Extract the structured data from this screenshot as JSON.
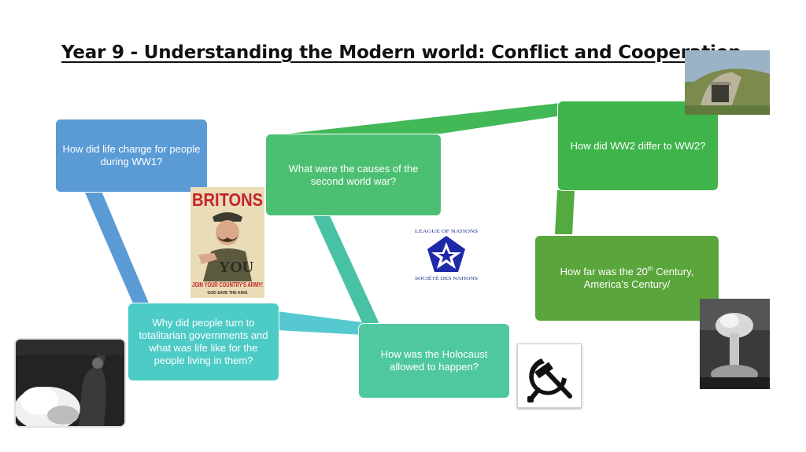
{
  "title": "Year 9 - Understanding the Modern world: Conflict and Cooperation",
  "boxes": {
    "ww1": "How did life change for people during WW1?",
    "totalitarian": "Why did people turn to totalitarian governments and what was life like  for the people living in them?",
    "causes_ww2": "What were the causes of the second world war?",
    "holocaust": "How was the Holocaust allowed to happen?",
    "ww2_differ": "How did WW2 differ to WW2?",
    "america_pre": "How far was the 20",
    "america_sup": "th",
    "america_post": " Century, America’s Century/"
  },
  "images": {
    "poster": {
      "headline": "BRITONS",
      "you": "YOU",
      "slogan": "JOIN YOUR COUNTRY'S ARMY!",
      "footer": "GOD SAVE THE KING"
    },
    "league": {
      "top": "LEAGUE OF NATIONS",
      "bottom": "SOCIÉTÉ DES NATIONS"
    }
  },
  "colors": {
    "blue": "#5b9bd5",
    "teal": "#4dcbc6",
    "green_mid": "#4cc072",
    "green_teal": "#4fc7a1",
    "green_bright": "#3fb44a",
    "green_olive": "#5aa53c"
  }
}
